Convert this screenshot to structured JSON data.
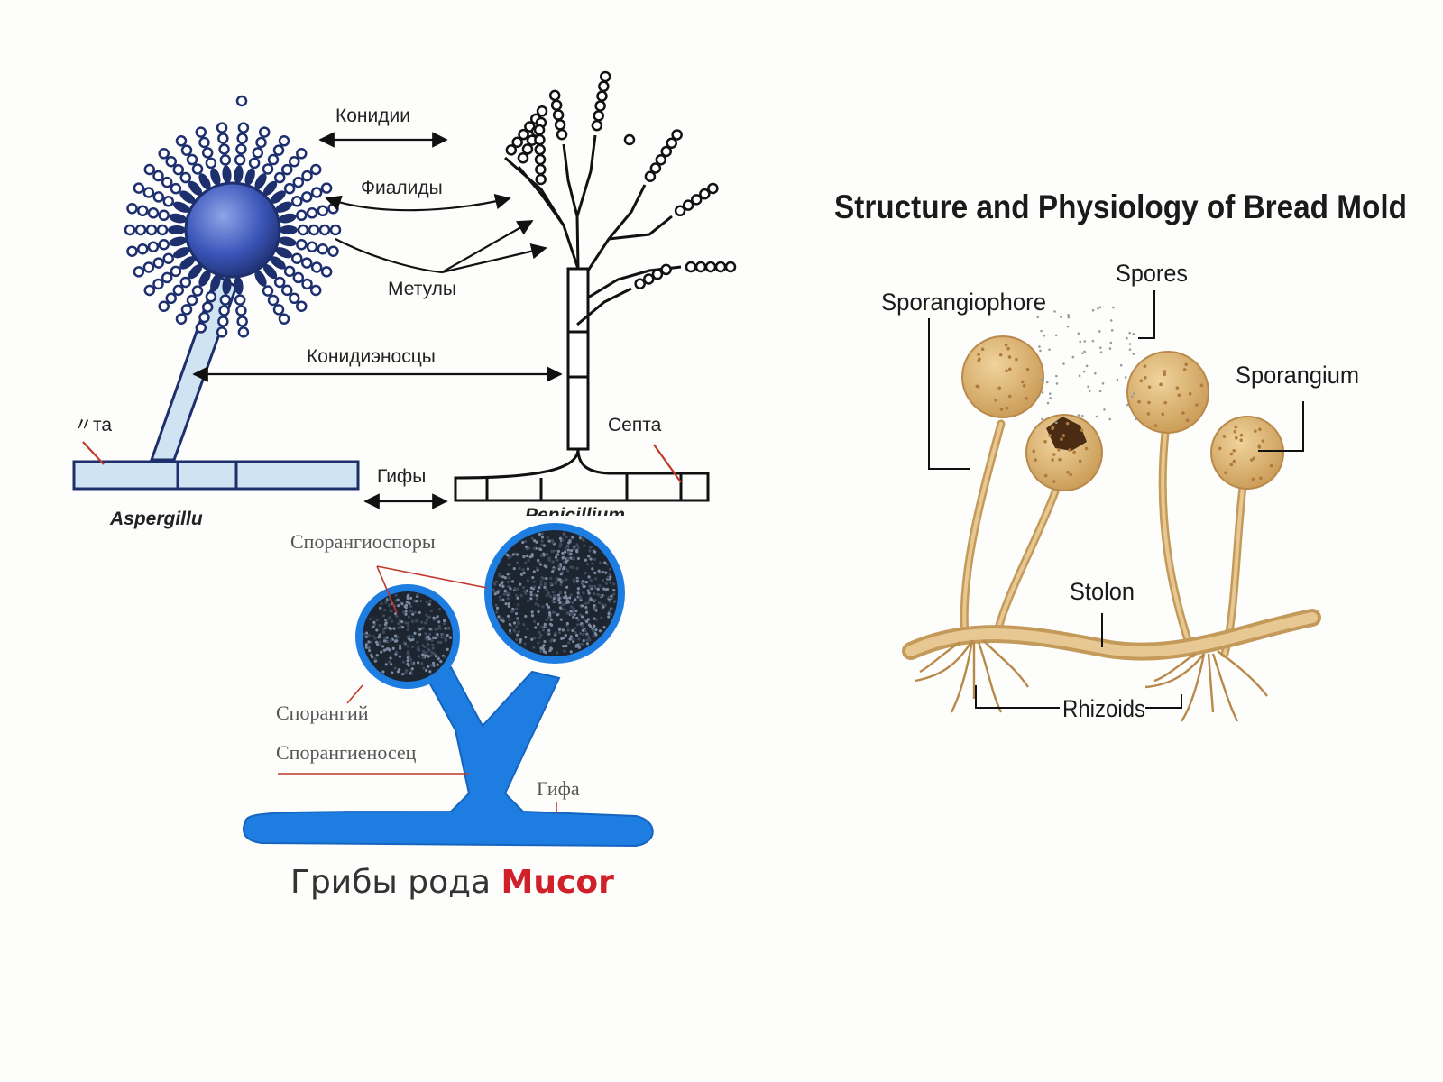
{
  "aspergillus_penicillium": {
    "conidia": "Конидии",
    "phialides": "Фиалиды",
    "metulae": "Метулы",
    "conidiophores": "Конидиэносцы",
    "septa_left": "〃та",
    "septa_right": "Септа",
    "hyphae": "Гифы",
    "genus_left": "Aspergillu",
    "genus_right": "Penicillium"
  },
  "mucor": {
    "sporangiospores": "Спорангиоспоры",
    "sporangium": "Спорангий",
    "sporangiophore": "Спорангиеносец",
    "hypha": "Гифа",
    "caption_prefix": "Грибы рода ",
    "caption_genus": "Mucor"
  },
  "bread_mold": {
    "title": "Structure and Physiology of Bread Mold",
    "spores": "Spores",
    "sporangiophore": "Sporangiophore",
    "sporangium": "Sporangium",
    "stolon": "Stolon",
    "rhizoids": "Rhizoids"
  },
  "colors": {
    "aspergillus_blue": "#1e2f6e",
    "mucor_blue": "#1e7de0",
    "mold_tan": "#d9b37a",
    "caption_red": "#d0202a"
  }
}
